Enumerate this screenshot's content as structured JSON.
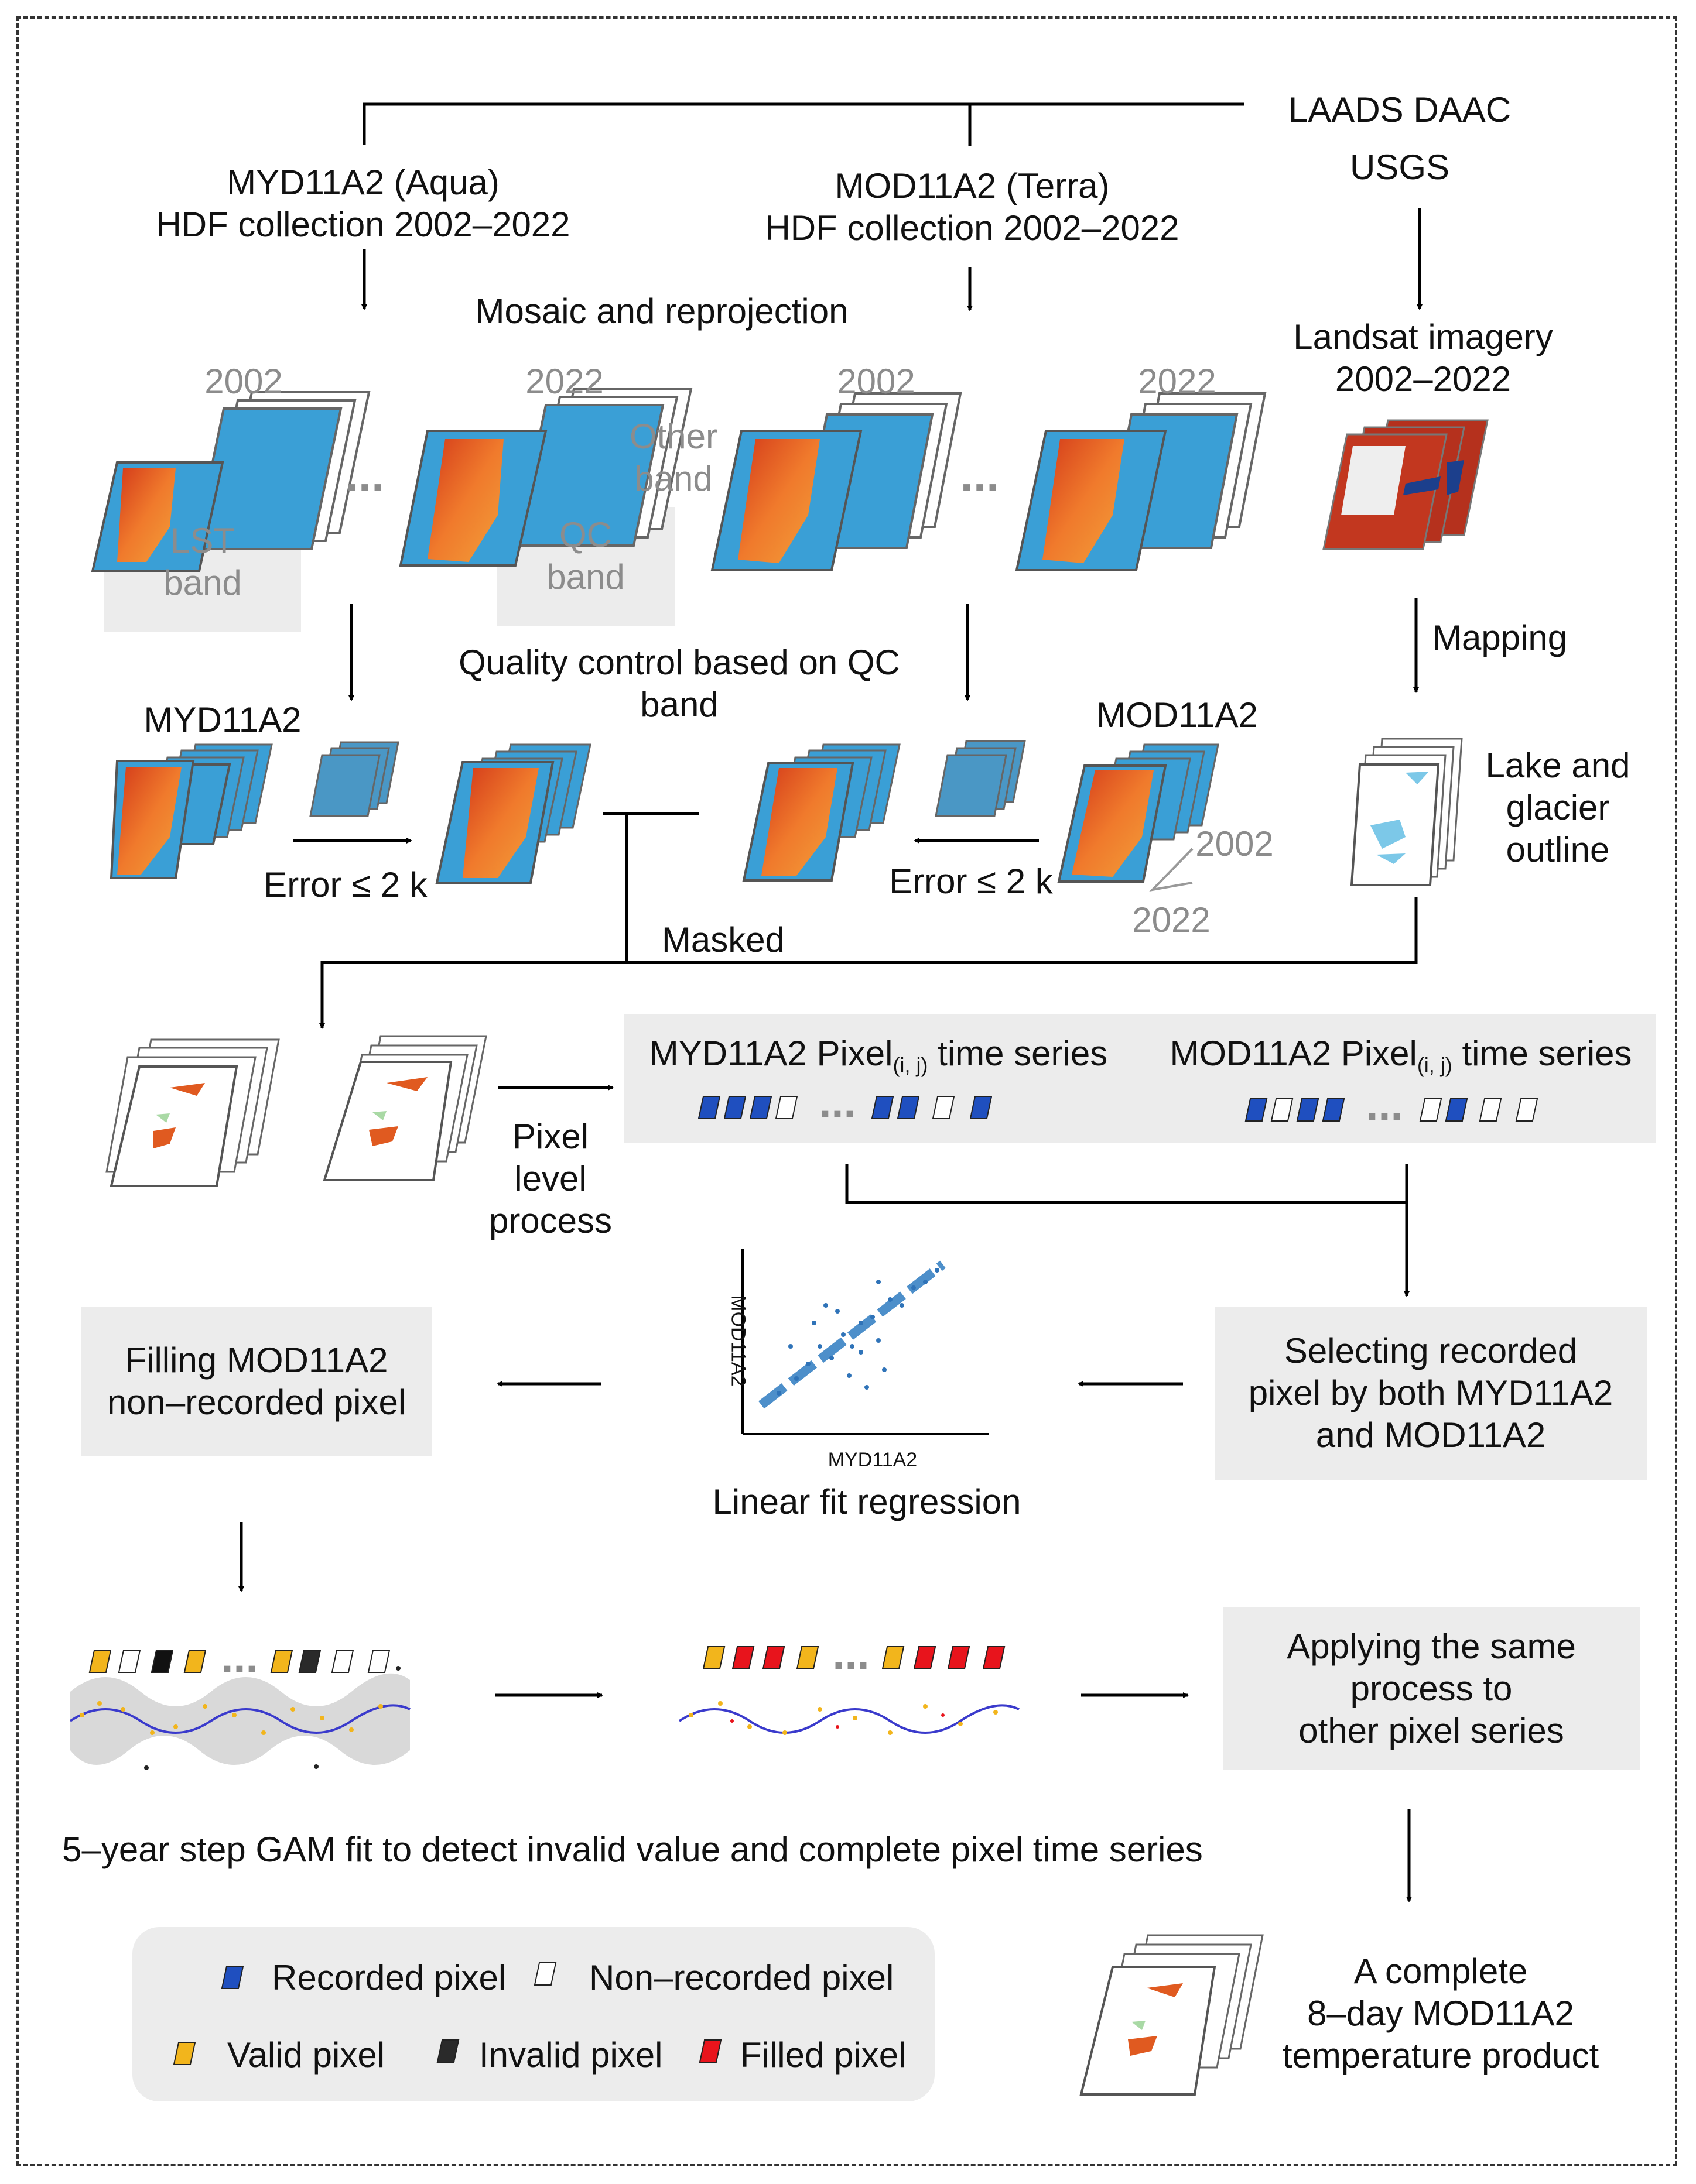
{
  "sources": {
    "laads": "LAADS DAAC",
    "usgs": "USGS"
  },
  "aqua": {
    "line1": "MYD11A2 (Aqua)",
    "line2": "HDF collection 2002–2022"
  },
  "terra": {
    "line1": "MOD11A2 (Terra)",
    "line2": "HDF collection 2002–2022"
  },
  "landsat": {
    "line1": "Landsat imagery",
    "line2": "2002–2022"
  },
  "mosaic": "Mosaic and reprojection",
  "years": {
    "start": "2002",
    "end": "2022"
  },
  "other_band": {
    "line1": "Other",
    "line2": "band"
  },
  "lst_band": {
    "line1": "LST",
    "line2": "band"
  },
  "qc_band": {
    "line1": "QC",
    "line2": "band"
  },
  "ellipsis": "...",
  "mapping": "Mapping",
  "quality": {
    "line1": "Quality control based on QC",
    "line2": "band"
  },
  "myd_label": "MYD11A2",
  "mod_label": "MOD11A2",
  "error_left": "Error ≤ 2 k",
  "error_right": "Error ≤ 2 k",
  "lake": {
    "line1": "Lake and",
    "line2": "glacier",
    "line3": "outline"
  },
  "masked": "Masked",
  "pixel_level": {
    "line1": "Pixel",
    "line2": "level",
    "line3": "process"
  },
  "series_box": {
    "myd_prefix": "MYD11A2 Pixel",
    "myd_sub": "(i, j)",
    "myd_suffix": " time series",
    "mod_prefix": "MOD11A2 Pixel",
    "mod_sub": "(i, j)",
    "mod_suffix": " time series"
  },
  "scatter": {
    "xlabel": "MYD11A2",
    "ylabel": "MOD11A2",
    "caption": "Linear fit regression"
  },
  "filling": {
    "line1": "Filling MOD11A2",
    "line2": "non–recorded pixel"
  },
  "selecting": {
    "line1": "Selecting recorded",
    "line2": "pixel by both MYD11A2",
    "line3": "and MOD11A2"
  },
  "applying": {
    "line1": "Applying the same",
    "line2": "process to",
    "line3": "other pixel series"
  },
  "gam_caption": "5–year step GAM fit to detect invalid value and complete pixel time series",
  "final": {
    "line1": "A complete",
    "line2": "8–day MOD11A2",
    "line3": "temperature product"
  },
  "legend": {
    "recorded": "Recorded pixel",
    "nonrecorded": "Non–recorded pixel",
    "valid": "Valid pixel",
    "invalid": "Invalid pixel",
    "filled": "Filled pixel"
  },
  "colors": {
    "recorded": "#1f4fbf",
    "nonrecorded": "#ffffff",
    "valid": "#f2b51c",
    "invalid": "#2a2a2a",
    "filled": "#e8141c",
    "map_sea": "#3a9fd6",
    "map_land": "#f07a2c",
    "box_bg": "#ececec"
  }
}
